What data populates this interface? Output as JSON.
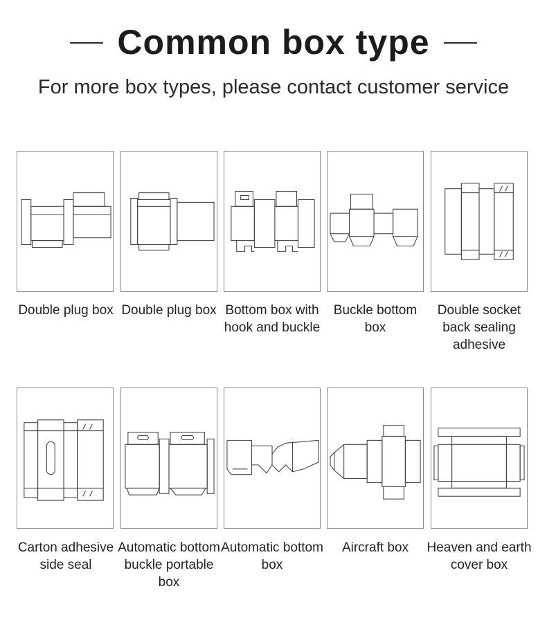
{
  "header": {
    "title": "Common box type",
    "subtitle": "For more box types, please contact customer service"
  },
  "boxes": [
    {
      "label": "Double plug box",
      "icon": "double-plug-box-diagram"
    },
    {
      "label": "Double plug box",
      "icon": "double-plug-box-diagram-alt"
    },
    {
      "label": "Bottom box with hook and buckle",
      "icon": "hook-buckle-bottom-box-diagram"
    },
    {
      "label": "Buckle bottom box",
      "icon": "buckle-bottom-box-diagram"
    },
    {
      "label": "Double socket back sealing adhesive",
      "icon": "double-socket-box-diagram"
    },
    {
      "label": "Carton adhesive side seal",
      "icon": "side-seal-carton-diagram"
    },
    {
      "label": "Automatic bottom buckle portable box",
      "icon": "portable-box-diagram"
    },
    {
      "label": "Automatic bottom box",
      "icon": "automatic-bottom-box-diagram"
    },
    {
      "label": "Aircraft box",
      "icon": "aircraft-box-diagram"
    },
    {
      "label": "Heaven and earth cover box",
      "icon": "cover-box-diagram"
    }
  ]
}
